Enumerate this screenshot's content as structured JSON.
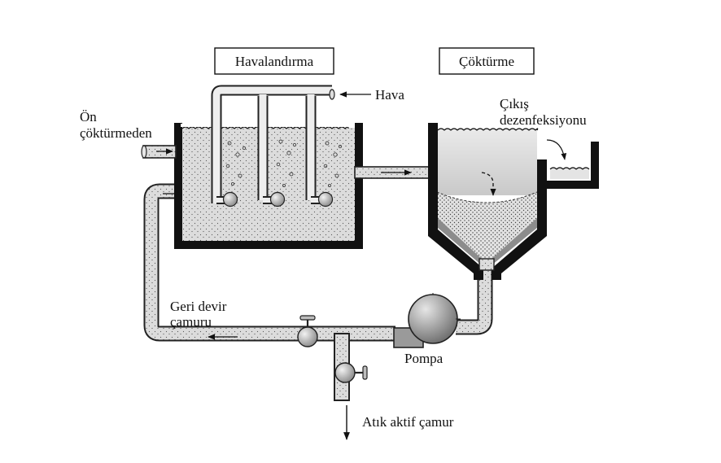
{
  "headings": {
    "aeration": "Havalandırma",
    "settling": "Çöktürme"
  },
  "labels": {
    "air": "Hava",
    "influent_line1": "Ön",
    "influent_line2": "çöktürmeden",
    "effluent_line1": "Çıkış",
    "effluent_line2": "dezenfeksiyonu",
    "return_line1": "Geri devir",
    "return_line2": "çamuru",
    "pump": "Pompa",
    "waste": "Atık aktif çamur"
  },
  "icons": {
    "pump": "centrifugal-pump-icon",
    "valve": "valve-icon",
    "diffuser": "air-diffuser-icon"
  },
  "colors": {
    "wall": "#111111",
    "liquid": "#dcdcdc",
    "pipe": "#c8c8c8",
    "pipe_outline": "#222222",
    "sludge_dots": "#555555"
  }
}
